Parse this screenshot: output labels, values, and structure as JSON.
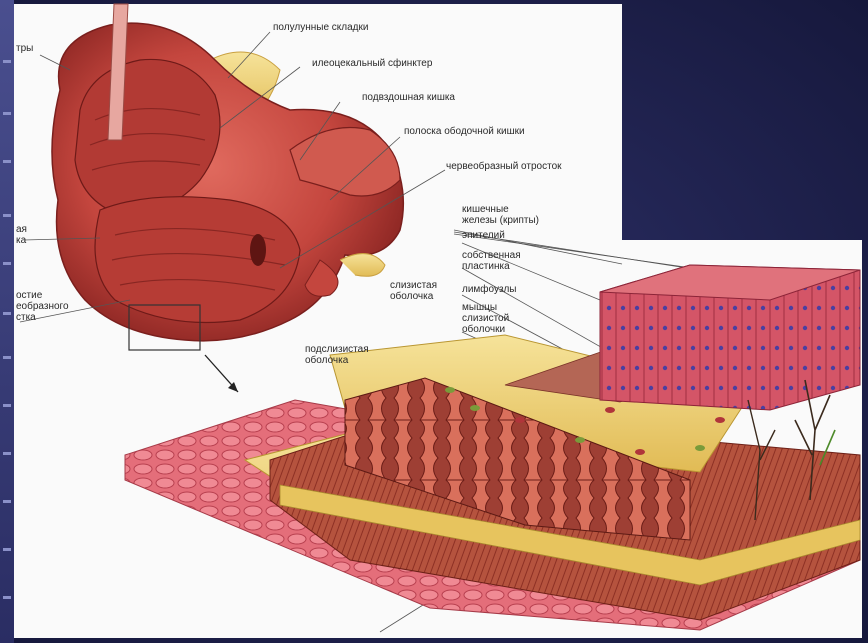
{
  "labels": {
    "semilunar_folds": "полулунные складки",
    "ileocecal_sphincter": "илеоцекальный сфинктер",
    "ileum": "подвздошная кишка",
    "colon_band": "полоска ободочной кишки",
    "appendix": "червеобразный отросток",
    "left_top": "тры",
    "left_mid": "ая\nка",
    "left_bottom": "остие\nеобразного\nстка",
    "mucosa": "слизистая\nоболочка",
    "crypts": "кишечные\nжелезы (крипты)",
    "epithelium": "эпителий",
    "lamina_propria": "собственная\nпластинка",
    "lymph_follicles": "лимфоузлы",
    "muscularis_mucosae": "мышцы\nслизистой\nоболочки",
    "submucosa": "подслизистая\nоболочка"
  },
  "colors": {
    "background": "#1d1f4a",
    "panel": "#fafafa",
    "tissue": "#c94a4a",
    "tissue_dark": "#8e2424",
    "fat": "#f1d27a",
    "muscle": "#b84a3a"
  }
}
